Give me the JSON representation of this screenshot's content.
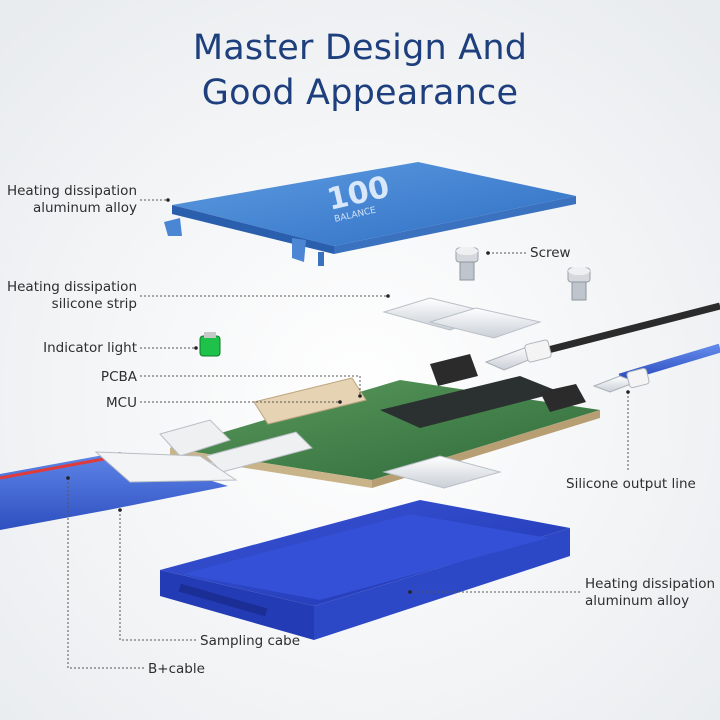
{
  "title": {
    "line1": "Master Design And",
    "line2": "Good Appearance"
  },
  "labels": {
    "top_cover_1": "Heating dissipation",
    "top_cover_2": "aluminum alloy",
    "silicone_strip_1": "Heating dissipation",
    "silicone_strip_2": "silicone strip",
    "indicator": "Indicator light",
    "pcba": "PCBA",
    "mcu": "MCU",
    "screw": "Screw",
    "output_line": "Silicone output line",
    "bottom_cover_1": "Heating dissipation",
    "bottom_cover_2": "aluminum alloy",
    "sampling": "Sampling cabe",
    "bcable": "B+cable"
  },
  "logo_text": "100 BALANCE",
  "colors": {
    "title": "#1e3f7d",
    "cover_blue": "#3f7fd0",
    "case_blue": "#2c46c8",
    "leader": "#555555"
  }
}
